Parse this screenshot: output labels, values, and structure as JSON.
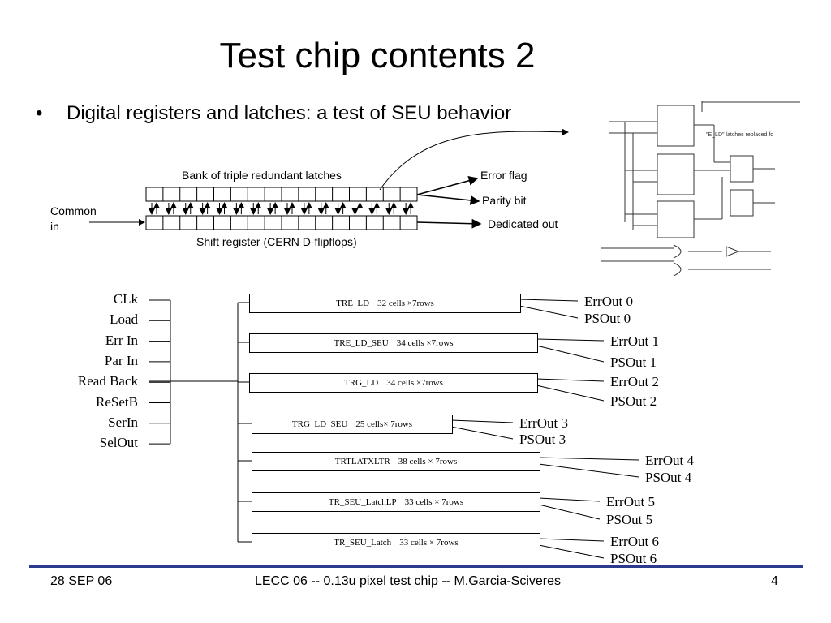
{
  "slide": {
    "title": "Test chip contents 2",
    "bullet": "Digital registers and latches: a test of SEU behavior"
  },
  "upper_diagram": {
    "latch_bank_label": "Bank of triple redundant latches",
    "shift_register_label": "Shift register (CERN D-flipflops)",
    "common_in_line1": "Common",
    "common_in_line2": "in",
    "error_flag": "Error flag",
    "parity_bit": "Parity bit",
    "dedicated_out": "Dedicated out"
  },
  "schematic_inset": {
    "note": "\"E_LD\" latches replaced fo"
  },
  "signals": [
    "CLk",
    "Load",
    "Err In",
    "Par In",
    "Read Back",
    "ReSetB",
    "SerIn",
    "SelOut"
  ],
  "blocks": [
    {
      "name": "TRE_LD",
      "cells": "32 cells ×7rows",
      "err": "ErrOut 0",
      "ps": "PSOut 0"
    },
    {
      "name": "TRE_LD_SEU",
      "cells": "34 cells ×7rows",
      "err": "ErrOut 1",
      "ps": "PSOut 1"
    },
    {
      "name": "TRG_LD",
      "cells": "34 cells ×7rows",
      "err": "ErrOut 2",
      "ps": "PSOut 2"
    },
    {
      "name": "TRG_LD_SEU",
      "cells": "25 cells× 7rows",
      "err": "ErrOut 3",
      "ps": "PSOut 3"
    },
    {
      "name": "TRTLATXLTR",
      "cells": "38 cells × 7rows",
      "err": "ErrOut 4",
      "ps": "PSOut 4"
    },
    {
      "name": "TR_SEU_LatchLP",
      "cells": "33 cells × 7rows",
      "err": "ErrOut 5",
      "ps": "PSOut 5"
    },
    {
      "name": "TR_SEU_Latch",
      "cells": "33 cells × 7rows",
      "err": "ErrOut 6",
      "ps": "PSOut 6"
    }
  ],
  "footer": {
    "date": "28 SEP 06",
    "center": "LECC 06 -- 0.13u pixel test chip -- M.Garcia-Sciveres",
    "page": "4",
    "rule_color": "#2b3a8c"
  }
}
